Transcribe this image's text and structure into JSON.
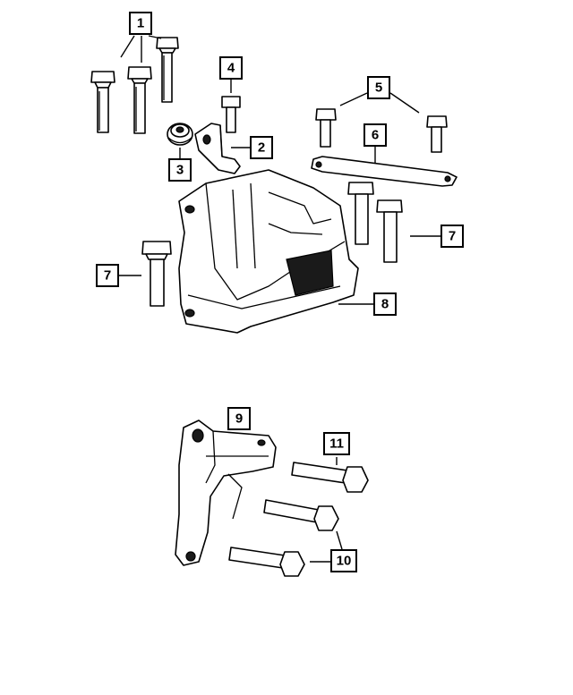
{
  "callouts": [
    {
      "id": "1",
      "label": "1"
    },
    {
      "id": "2",
      "label": "2"
    },
    {
      "id": "3",
      "label": "3"
    },
    {
      "id": "4",
      "label": "4"
    },
    {
      "id": "5",
      "label": "5"
    },
    {
      "id": "6",
      "label": "6"
    },
    {
      "id": "7a",
      "label": "7"
    },
    {
      "id": "7b",
      "label": "7"
    },
    {
      "id": "8",
      "label": "8"
    },
    {
      "id": "9",
      "label": "9"
    },
    {
      "id": "10",
      "label": "10"
    },
    {
      "id": "11",
      "label": "11"
    }
  ]
}
